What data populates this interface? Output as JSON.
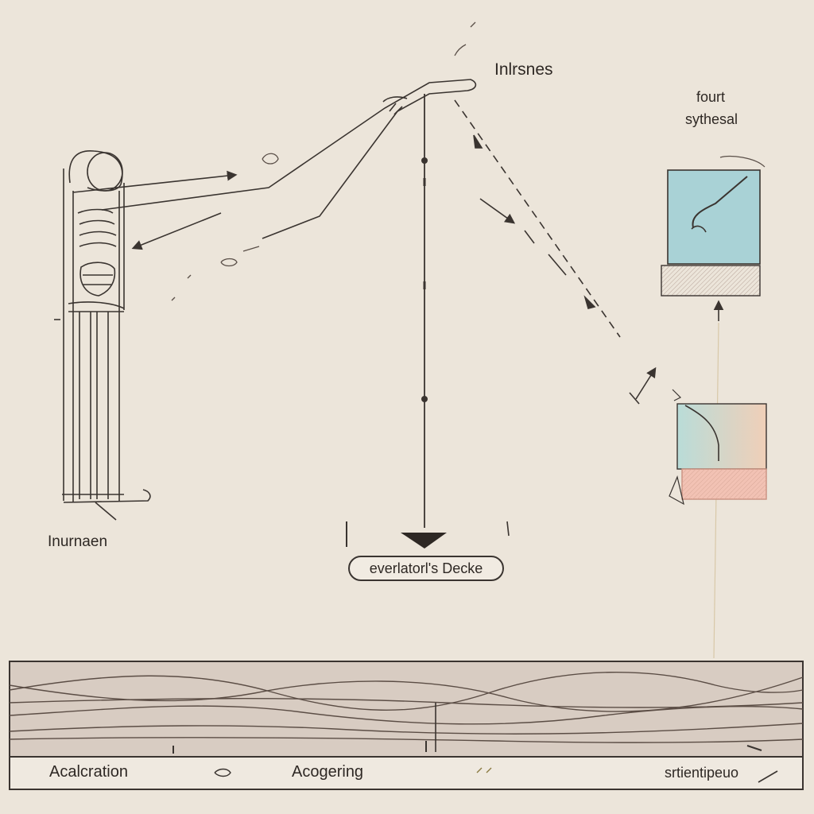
{
  "labels": {
    "top": "Inlrsnes",
    "right_line1": "fourt",
    "right_line2": "sythesal",
    "left": "Inurnaen",
    "center_pill": "everlatorl's Decke"
  },
  "strip": {
    "left_label": "Acalcration",
    "middle_label": "Acogering",
    "right_label": "srtientipeuo"
  },
  "colors": {
    "background": "#ece5da",
    "ink": "#3a3430",
    "box_top_fill": "#a9d2d6",
    "box_hatch_fill": "#d9c6bc",
    "box2_gradient_start": "#b9dcd8",
    "box2_gradient_end": "#f0c8b0",
    "strip_fill": "#d8ccc2"
  },
  "icons": [
    "standing-figure-icon",
    "arrow-down-icon",
    "chevron-down-icon",
    "wave-lines-icon"
  ]
}
